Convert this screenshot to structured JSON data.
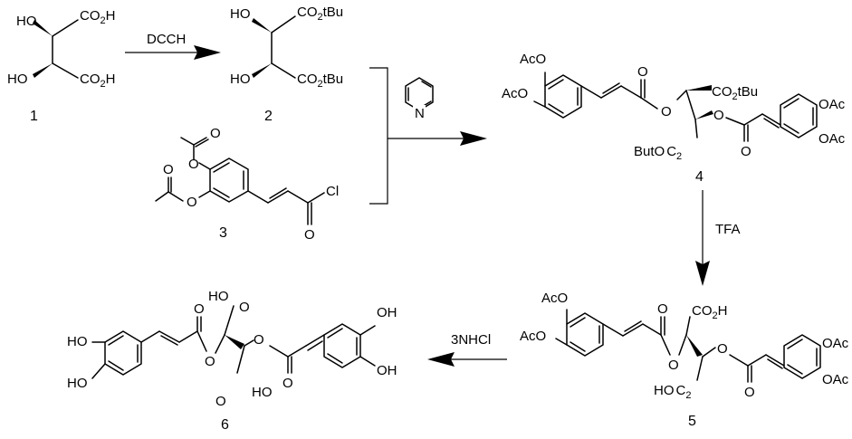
{
  "reagents": {
    "step1": "DCCH",
    "step2_ring_atom": "N",
    "step3": "TFA",
    "step4": "3NHCl"
  },
  "compounds": {
    "c1": {
      "number": "1",
      "ho_top": "HO",
      "ho_bottom": "HO",
      "acid_top": "CO",
      "acid_top_tail": "H",
      "acid_bottom": "CO",
      "acid_bottom_tail": "H",
      "sub": "2"
    },
    "c2": {
      "number": "2",
      "ho_top": "HO",
      "ho_bottom": "HO",
      "ester_top": "CO",
      "ester_top_tail": "tBu",
      "ester_bottom": "CO",
      "ester_bottom_tail": "tBu",
      "sub": "2"
    },
    "c3": {
      "number": "3",
      "cl": "Cl",
      "o_label": "O"
    },
    "c4": {
      "number": "4",
      "aco": "AcO",
      "oac": "OAc",
      "ester_top": "CO",
      "ester_top_tail": "tBu",
      "ester_bottom_head": "ButO",
      "ester_bottom_tail": "C",
      "sub": "2",
      "o_label": "O"
    },
    "c5": {
      "number": "5",
      "aco": "AcO",
      "oac": "OAc",
      "acid_top": "CO",
      "acid_top_tail": "H",
      "acid_bottom_head": "HO",
      "acid_bottom_tail": "C",
      "sub": "2",
      "o_label": "O"
    },
    "c6": {
      "number": "6",
      "ho": "HO",
      "oh": "OH",
      "o_label": "O"
    }
  }
}
